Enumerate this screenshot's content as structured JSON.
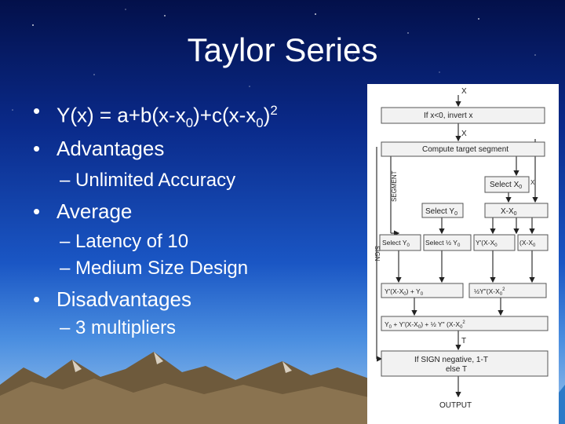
{
  "slide": {
    "title": "Taylor Series",
    "bullets": [
      {
        "label": "Y(x) = a+b(x-x"
      },
      {
        "label": "Advantages"
      },
      {
        "label": "– Unlimited Accuracy"
      },
      {
        "label": "Average"
      },
      {
        "label": "– Latency of 10"
      },
      {
        "label": "– Medium Size Design"
      },
      {
        "label": "Disadvantages"
      },
      {
        "label": "– 3 multipliers"
      }
    ],
    "formula": {
      "mid": ")+c(x-x",
      "end": ")",
      "sub": "0",
      "sup": "2"
    }
  },
  "diagram": {
    "input": "X",
    "invert": "If x<0, invert x",
    "x_mid": "X",
    "compute": "Compute target segment",
    "segment": "SEGMENT",
    "select_x0": "Select X",
    "x_small": "X",
    "select_y0": "Select Y",
    "x_minus_x0": "X-X",
    "sign": "SIGN",
    "select_y0b": "Select Y",
    "select_half_y0": "Select ½ Y",
    "mul1": "Y'(X-X",
    "sq": "(X-X",
    "prod1": "Y'(X-X",
    "prod1_tail": ") + Y",
    "prod2": "½Y\"(X-X",
    "sum": "Y",
    "sum_tail": " + Y'(X-X",
    "sum_tail2": ") + ½ Y\" (X-X",
    "t_label": "T",
    "negate": "If SIGN negative, 1-T",
    "else_t": "else T",
    "output": "OUTPUT",
    "sub0": "0",
    "sup2": "2"
  }
}
